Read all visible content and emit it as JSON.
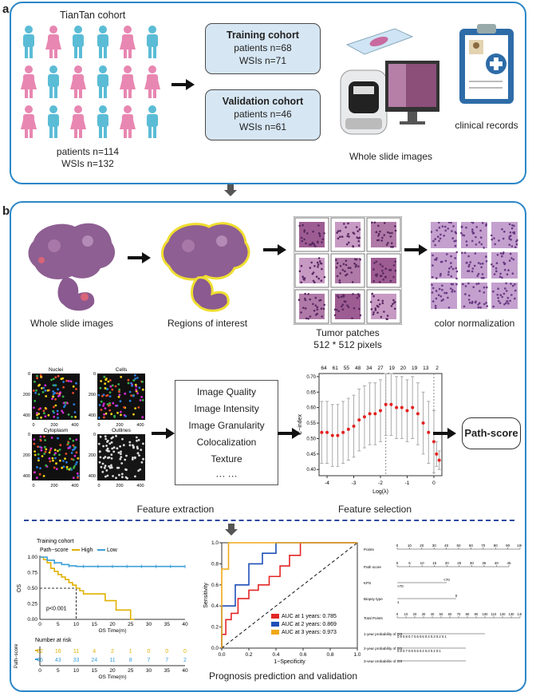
{
  "panel_a": {
    "letter": "a",
    "cohort_title": "TianTan cohort",
    "patients": "patients n=114",
    "wsis": "WSIs n=132",
    "training": {
      "title": "Training cohort",
      "patients": "patients n=68",
      "wsis": "WSIs n=71"
    },
    "validation": {
      "title": "Validation cohort",
      "patients": "patients n=46",
      "wsis": "WSIs n=61"
    },
    "wsi_label": "Whole slide images",
    "clinical_label": "clinical records",
    "colors": {
      "male": "#5bbcd6",
      "female": "#e887b2",
      "frame": "#2a87c8",
      "box": "#d6e6f3"
    }
  },
  "panel_b": {
    "letter": "b",
    "wsi_label": "Whole slide images",
    "roi_label": "Regions of interest",
    "patches_label_1": "Tumor patches",
    "patches_label_2": "512 * 512 pixels",
    "norm_label": "color normalization",
    "feature_extraction_label": "Feature extraction",
    "feature_selection_label": "Feature selection",
    "path_score": "Path-score",
    "features": [
      "Image Quality",
      "Image Intensity",
      "Image Granularity",
      "Colocalization",
      "Texture",
      "··· ···"
    ],
    "mini_titles": [
      "Nuclei",
      "Cells",
      "Cytoplasm",
      "Outlines"
    ],
    "mini_ticks_y": [
      "0",
      "200",
      "400"
    ],
    "mini_ticks_x": [
      "0",
      "200",
      "400"
    ],
    "prognosis_label": "Prognosis prediction and validation"
  },
  "km": {
    "title": "Training cohort",
    "legend_title": "Path−score",
    "legend_high": "High",
    "legend_low": "Low",
    "ylabel": "OS",
    "xlabel": "OS Time(m)",
    "pvalue": "p<0.001",
    "risk_title": "Number at risk",
    "risk_ylabel": "Path−score",
    "risk_high": [
      "22",
      "16",
      "11",
      "4",
      "2",
      "1",
      "0",
      "0",
      "0"
    ],
    "risk_low": [
      "46",
      "43",
      "33",
      "24",
      "11",
      "8",
      "7",
      "7",
      "2"
    ],
    "x_ticks": [
      "0",
      "5",
      "10",
      "15",
      "20",
      "25",
      "30",
      "35",
      "40"
    ],
    "y_ticks": [
      "0.00",
      "0.25",
      "0.50",
      "0.75",
      "1.00"
    ],
    "colors": {
      "high": "#e0b000",
      "low": "#3a9fd8"
    }
  },
  "chart_data": [
    {
      "type": "line",
      "title": "",
      "xlabel": "Log(λ)",
      "ylabel": "C−index",
      "top_ticks": [
        "64",
        "61",
        "55",
        "48",
        "34",
        "27",
        "19",
        "20",
        "19",
        "13",
        "2"
      ],
      "x_ticks": [
        "-4",
        "-3",
        "-2",
        "-1",
        "0"
      ],
      "y_ticks": [
        "0.40",
        "0.45",
        "0.50",
        "0.55",
        "0.60",
        "0.65",
        "0.70"
      ],
      "xlim": [
        -4.3,
        0.3
      ],
      "ylim": [
        0.38,
        0.71
      ],
      "x": [
        -4.2,
        -4.0,
        -3.8,
        -3.6,
        -3.4,
        -3.2,
        -3.0,
        -2.8,
        -2.6,
        -2.4,
        -2.2,
        -2.0,
        -1.8,
        -1.6,
        -1.4,
        -1.2,
        -1.0,
        -0.8,
        -0.6,
        -0.4,
        -0.2,
        0.0,
        0.1,
        0.2
      ],
      "values": [
        0.52,
        0.52,
        0.51,
        0.51,
        0.52,
        0.53,
        0.54,
        0.56,
        0.57,
        0.58,
        0.58,
        0.59,
        0.61,
        0.61,
        0.6,
        0.6,
        0.59,
        0.6,
        0.58,
        0.55,
        0.52,
        0.49,
        0.45,
        0.43
      ],
      "err": [
        0.1,
        0.1,
        0.1,
        0.1,
        0.1,
        0.1,
        0.1,
        0.1,
        0.1,
        0.1,
        0.1,
        0.1,
        0.1,
        0.1,
        0.1,
        0.1,
        0.1,
        0.1,
        0.1,
        0.1,
        0.1,
        0.1,
        0.04,
        0.03
      ],
      "vlines": [
        -1.8,
        0.0
      ]
    },
    {
      "type": "line",
      "xlabel": "1−Specificity",
      "ylabel": "Sensitivity",
      "x_ticks": [
        "0.0",
        "0.2",
        "0.4",
        "0.6",
        "0.8",
        "1.0"
      ],
      "y_ticks": [
        "0.0",
        "0.2",
        "0.4",
        "0.6",
        "0.8",
        "1.0"
      ],
      "xlim": [
        0,
        1
      ],
      "ylim": [
        0,
        1
      ],
      "series": [
        {
          "name": "AUC at 1 years: 0.785",
          "color": "#e32626",
          "x": [
            0,
            0,
            0.03,
            0.03,
            0.07,
            0.07,
            0.12,
            0.12,
            0.2,
            0.2,
            0.27,
            0.27,
            0.35,
            0.35,
            0.43,
            0.43,
            0.5,
            0.5,
            0.58,
            0.58,
            1
          ],
          "y": [
            0,
            0.13,
            0.13,
            0.27,
            0.27,
            0.33,
            0.33,
            0.47,
            0.47,
            0.55,
            0.55,
            0.6,
            0.6,
            0.68,
            0.68,
            0.78,
            0.78,
            0.88,
            0.88,
            1,
            1
          ]
        },
        {
          "name": "AUC at 2 years: 0.869",
          "color": "#1f4fb8",
          "x": [
            0,
            0,
            0.1,
            0.1,
            0.2,
            0.2,
            0.3,
            0.3,
            0.4,
            0.4,
            1
          ],
          "y": [
            0,
            0.4,
            0.4,
            0.6,
            0.6,
            0.8,
            0.8,
            0.9,
            0.9,
            1,
            1
          ]
        },
        {
          "name": "AUC at 3 years: 0.973",
          "color": "#f0a818",
          "x": [
            0,
            0,
            0.05,
            0.05,
            1
          ],
          "y": [
            0,
            0.75,
            0.75,
            1,
            1
          ]
        }
      ]
    },
    {
      "type": "line",
      "xlabel": "OS Time(m)",
      "ylabel": "OS",
      "xlim": [
        0,
        40
      ],
      "ylim": [
        0,
        1
      ],
      "series": [
        {
          "name": "High",
          "x": [
            0,
            1,
            2,
            3,
            4,
            5,
            6,
            7,
            8,
            9,
            10,
            11,
            12,
            13,
            14,
            15,
            16,
            17,
            18,
            19,
            20,
            21,
            22,
            23,
            24,
            25,
            26
          ],
          "y": [
            1.0,
            0.96,
            0.91,
            0.82,
            0.77,
            0.72,
            0.68,
            0.64,
            0.59,
            0.55,
            0.5,
            0.46,
            0.41,
            0.41,
            0.41,
            0.41,
            0.41,
            0.41,
            0.3,
            0.3,
            0.3,
            0.15,
            0.15,
            0.15,
            0.15,
            0.0,
            0.0
          ]
        },
        {
          "name": "Low",
          "x": [
            0,
            2,
            4,
            6,
            8,
            10,
            12,
            14,
            16,
            18,
            20,
            22,
            24,
            26,
            28,
            30,
            32,
            34,
            36,
            38,
            40
          ],
          "y": [
            1.0,
            0.95,
            0.91,
            0.88,
            0.86,
            0.85,
            0.85,
            0.85,
            0.85,
            0.85,
            0.85,
            0.85,
            0.85,
            0.85,
            0.85,
            0.85,
            0.85,
            0.85,
            0.85,
            0.85,
            0.85
          ]
        }
      ]
    }
  ],
  "nomogram": {
    "rows": [
      "Points",
      "Path score",
      "KPS",
      "Biopsy type",
      "Total Points",
      "1-year probability of OS",
      "2-year probability of OS",
      "3-year probability of OS"
    ],
    "points_ticks": [
      "0",
      "10",
      "20",
      "30",
      "40",
      "50",
      "60",
      "70",
      "80",
      "90",
      "100"
    ],
    "path_ticks": [
      "0",
      "5",
      "10",
      "15",
      "20",
      "25",
      "30",
      "35",
      "40",
      "45"
    ],
    "kps_labels": [
      ">70",
      "<70"
    ],
    "biopsy_labels": [
      "1",
      "0"
    ],
    "total_ticks": [
      "0",
      "10",
      "20",
      "30",
      "40",
      "50",
      "60",
      "70",
      "80",
      "90",
      "100",
      "110",
      "120",
      "130",
      "140"
    ],
    "prob_1": "0.9   0.8   0.7 0.6 0.5 0.4 0.3 0.2 0.1",
    "prob_2": "0.8   0.7 0.6 0.5 0.4 0.3 0.2 0.1",
    "prob_3": "0.8   0.7 0.6 0.5 0.4 0.3 0.2 0.1"
  }
}
